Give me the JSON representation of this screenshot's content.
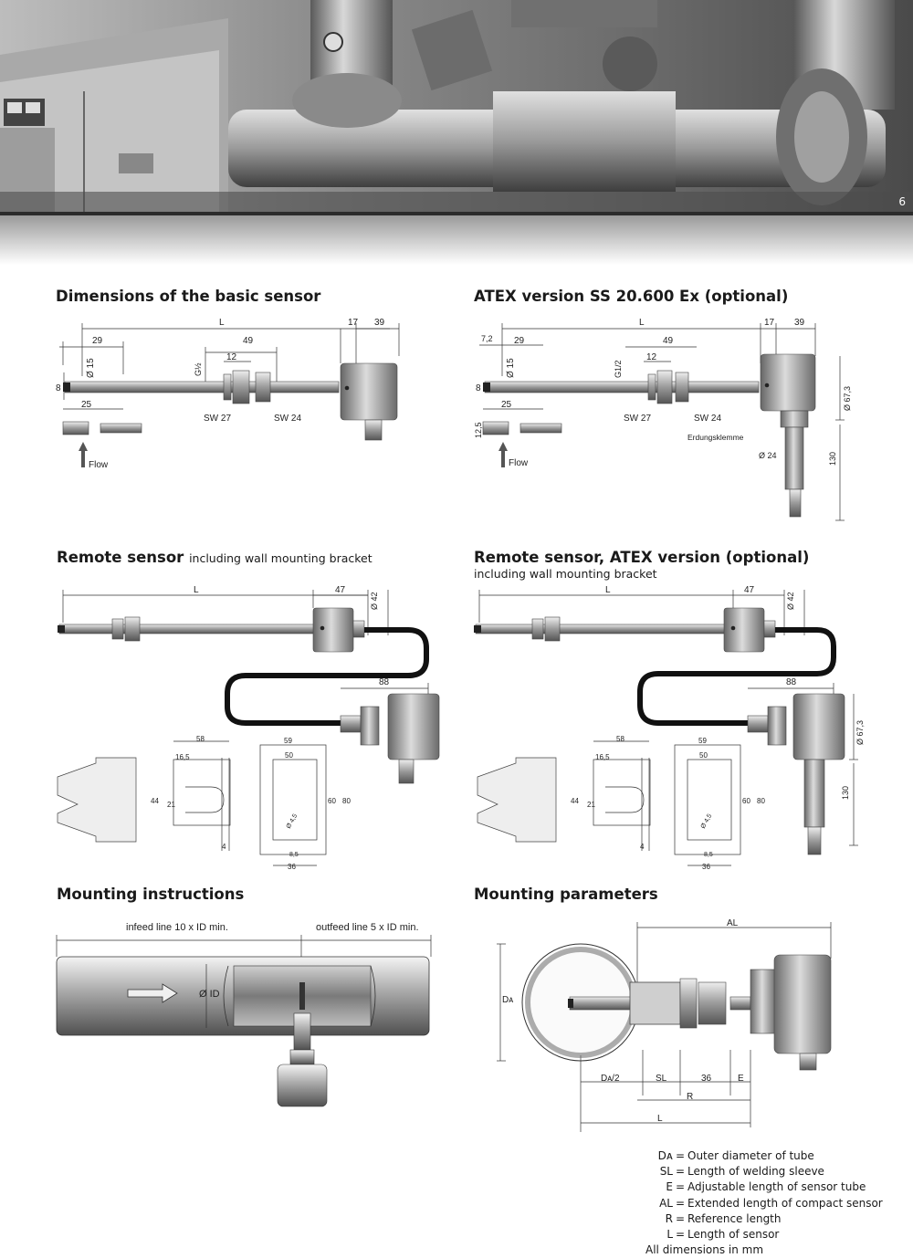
{
  "header": {
    "page_number": "6"
  },
  "sections": {
    "basic": {
      "title": "Dimensions of the basic sensor",
      "labels": {
        "L": "L",
        "d17": "17",
        "d39": "39",
        "d29": "29",
        "d49": "49",
        "d12": "12",
        "g": "G½",
        "d15": "Ø 15",
        "d8": "8",
        "d25": "25",
        "sw27": "SW 27",
        "sw24": "SW 24",
        "flow": "Flow"
      }
    },
    "atex": {
      "title": "ATEX version SS 20.600 Ex (optional)",
      "labels": {
        "L": "L",
        "d17": "17",
        "d39": "39",
        "d72": "7,2",
        "d29": "29",
        "d49": "49",
        "d12": "12",
        "g": "G1/2",
        "d15": "Ø 15",
        "d8": "8",
        "d25": "25",
        "d125": "12,5",
        "sw27": "SW 27",
        "sw24": "SW 24",
        "earth": "Erdungsklemme",
        "d673": "Ø 67,3",
        "d24": "Ø 24",
        "d130": "130",
        "flow": "Flow"
      }
    },
    "remote": {
      "title": "Remote sensor",
      "subtitle": "including wall mounting bracket",
      "labels": {
        "L": "L",
        "d47": "47",
        "d42": "Ø 42",
        "d88": "88",
        "d58": "58",
        "d165": "16,5",
        "d44": "44",
        "d21": "21",
        "d4": "4",
        "d59": "59",
        "d50": "50",
        "d60": "60",
        "d80": "80",
        "d45": "Ø 4,5",
        "d85": "8,5",
        "d36": "36"
      }
    },
    "remote_atex": {
      "title": "Remote sensor, ATEX version (optional)",
      "subtitle": "including wall mounting bracket",
      "labels": {
        "L": "L",
        "d47": "47",
        "d42": "Ø 42",
        "d88": "88",
        "d673": "Ø 67,3",
        "d130": "130",
        "d58": "58",
        "d165": "16,5",
        "d44": "44",
        "d21": "21",
        "d4": "4",
        "d59": "59",
        "d50": "50",
        "d60": "60",
        "d80": "80",
        "d45": "Ø 4,5",
        "d85": "8,5",
        "d36": "36"
      }
    },
    "mounting_instructions": {
      "title": "Mounting instructions",
      "infeed": "infeed line 10 x ID min.",
      "outfeed": "outfeed line 5 x ID min.",
      "id": "Ø ID"
    },
    "mounting_parameters": {
      "title": "Mounting parameters",
      "labels": {
        "AL": "AL",
        "DA": "Dᴀ",
        "DA2": "Dᴀ/2",
        "SL": "SL",
        "d36": "36",
        "E": "E",
        "R": "R",
        "L": "L"
      }
    }
  },
  "legend": [
    {
      "key": "Dᴀ",
      "text": "Outer diameter of tube"
    },
    {
      "key": "SL",
      "text": "Length of welding sleeve"
    },
    {
      "key": "E",
      "text": "Adjustable length of sensor tube"
    },
    {
      "key": "AL",
      "text": "Extended length of compact sensor"
    },
    {
      "key": "R",
      "text": "Reference length"
    },
    {
      "key": "L",
      "text": "Length of sensor"
    }
  ],
  "legend_note": "All dimensions in mm"
}
